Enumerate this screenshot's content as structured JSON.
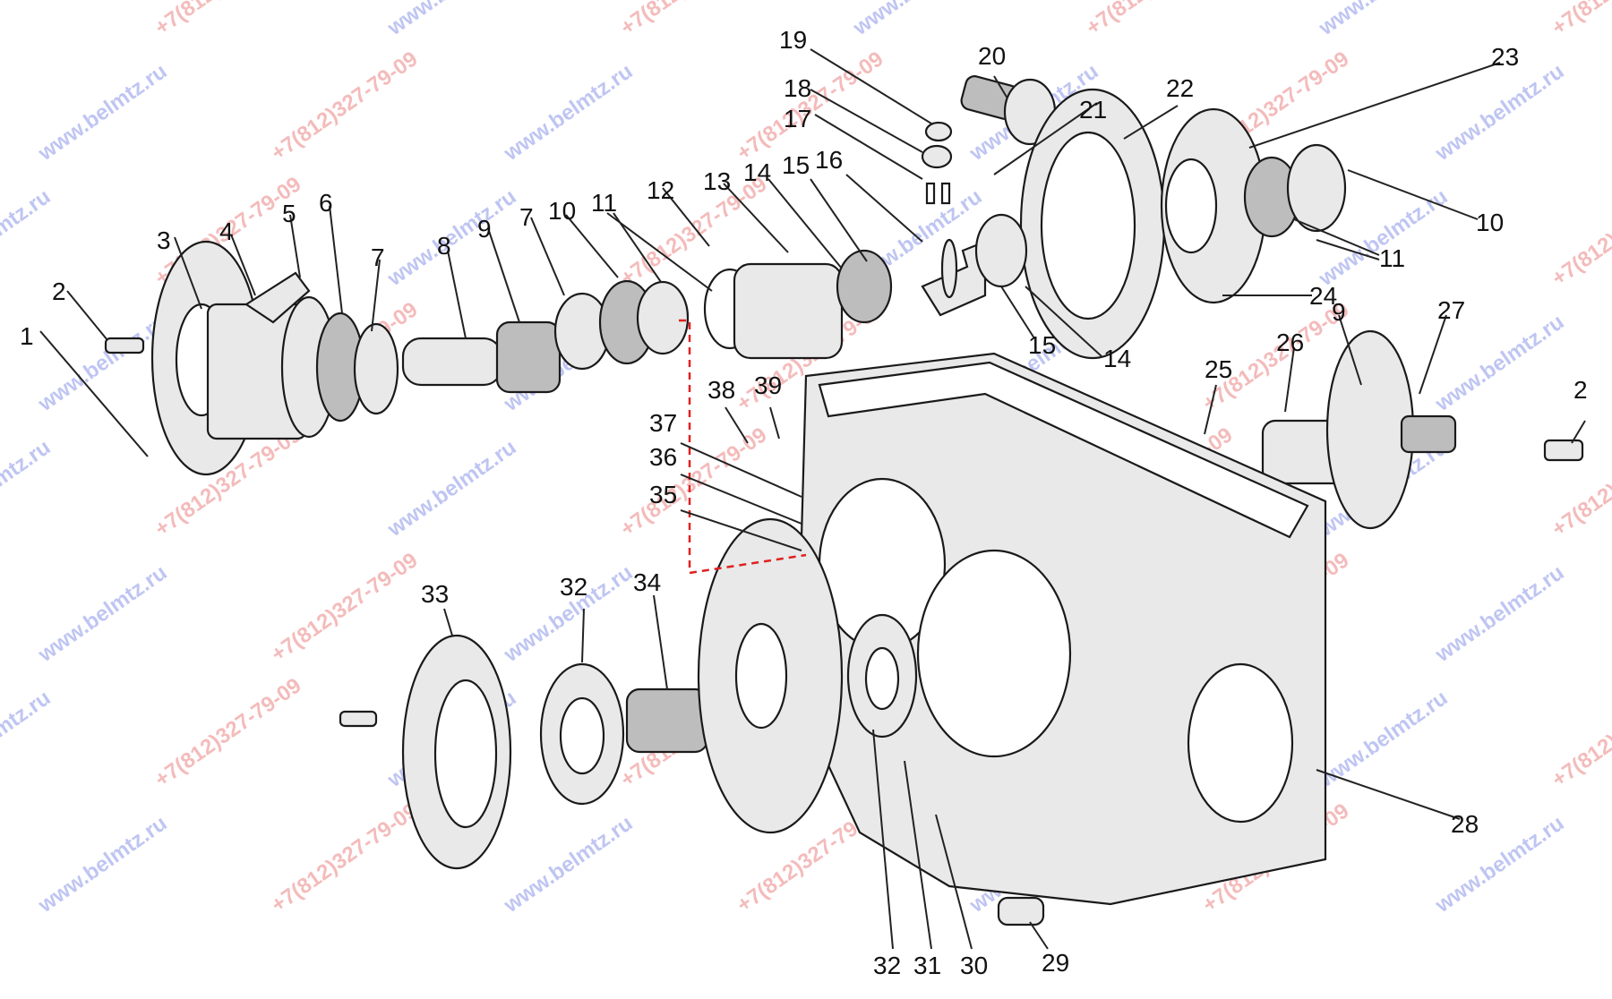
{
  "callouts": [
    "1",
    "2",
    "3",
    "4",
    "5",
    "6",
    "7",
    "8",
    "9",
    "7",
    "10",
    "11",
    "12",
    "13",
    "14",
    "15",
    "16",
    "17",
    "18",
    "19",
    "20",
    "21",
    "22",
    "23",
    "10",
    "11",
    "24",
    "9",
    "27",
    "26",
    "25",
    "2",
    "14",
    "15",
    "28",
    "29",
    "30",
    "31",
    "32",
    "33",
    "32",
    "34",
    "35",
    "36",
    "37",
    "38",
    "39"
  ],
  "watermarks": {
    "site": "www.belmtz.ru",
    "phone": "+7(812)327-79-09"
  },
  "colors": {
    "ink": "#1a1a1a",
    "watermark_site": "#3b4fd8",
    "watermark_phone": "#e03030",
    "dashed_line": "#e02020"
  }
}
